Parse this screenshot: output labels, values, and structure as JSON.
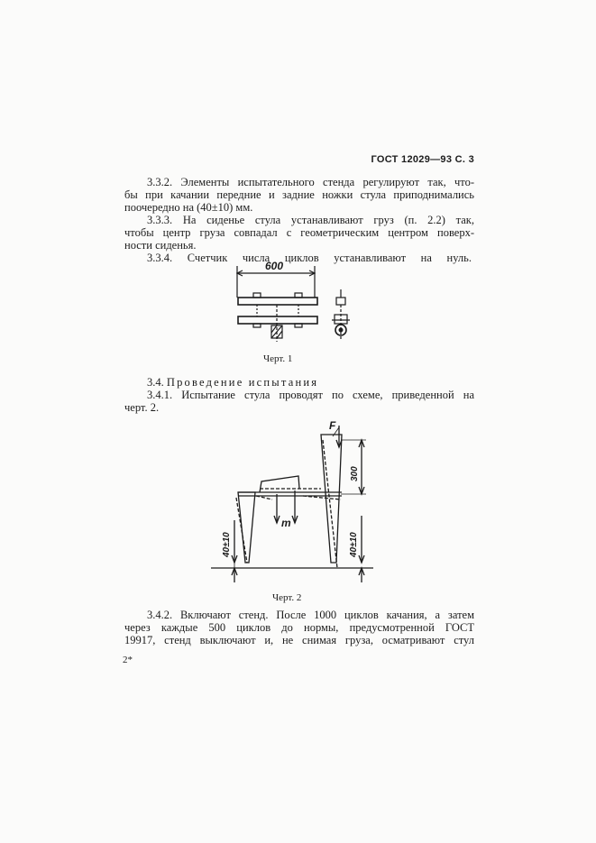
{
  "header": "ГОСТ 12029—93 С. 3",
  "paragraphs": {
    "p332_line1": "3.3.2. Элементы испытательного стенда регулируют так, что-",
    "p332_line2": "бы при качании передние и задние ножки стула приподнимались",
    "p332_line3": "поочередно на (40±10) мм.",
    "p333_line1": "3.3.3. На сиденье стула устанавливают груз (п. 2.2) так,",
    "p333_line2": "чтобы центр груза совпадал с геометрическим центром поверх-",
    "p333_line3": "ности сиденья.",
    "p334": "3.3.4. Счетчик числа циклов устанавливают на нуль.",
    "s34_num": "3.4.",
    "s34_title": "Проведение испытания",
    "p341_line1": "3.4.1. Испытание стула проводят по схеме, приведенной на",
    "p341_line2": "черт. 2.",
    "p342_line1": "3.4.2. Включают стенд. После 1000 циклов качания, а затем",
    "p342_line2": "через каждые 500 циклов до нормы, предусмотренной ГОСТ",
    "p342_line3": "19917, стенд выключают и, не снимая груза, осматривают стул"
  },
  "figures": {
    "fig1": {
      "caption": "Черт. 1",
      "dimension": "600"
    },
    "fig2": {
      "caption": "Черт. 2",
      "force_label": "F",
      "mass_label": "m",
      "dim_top": "300",
      "dim_left": "40±10",
      "dim_right": "40±10"
    }
  },
  "footer": "2*"
}
